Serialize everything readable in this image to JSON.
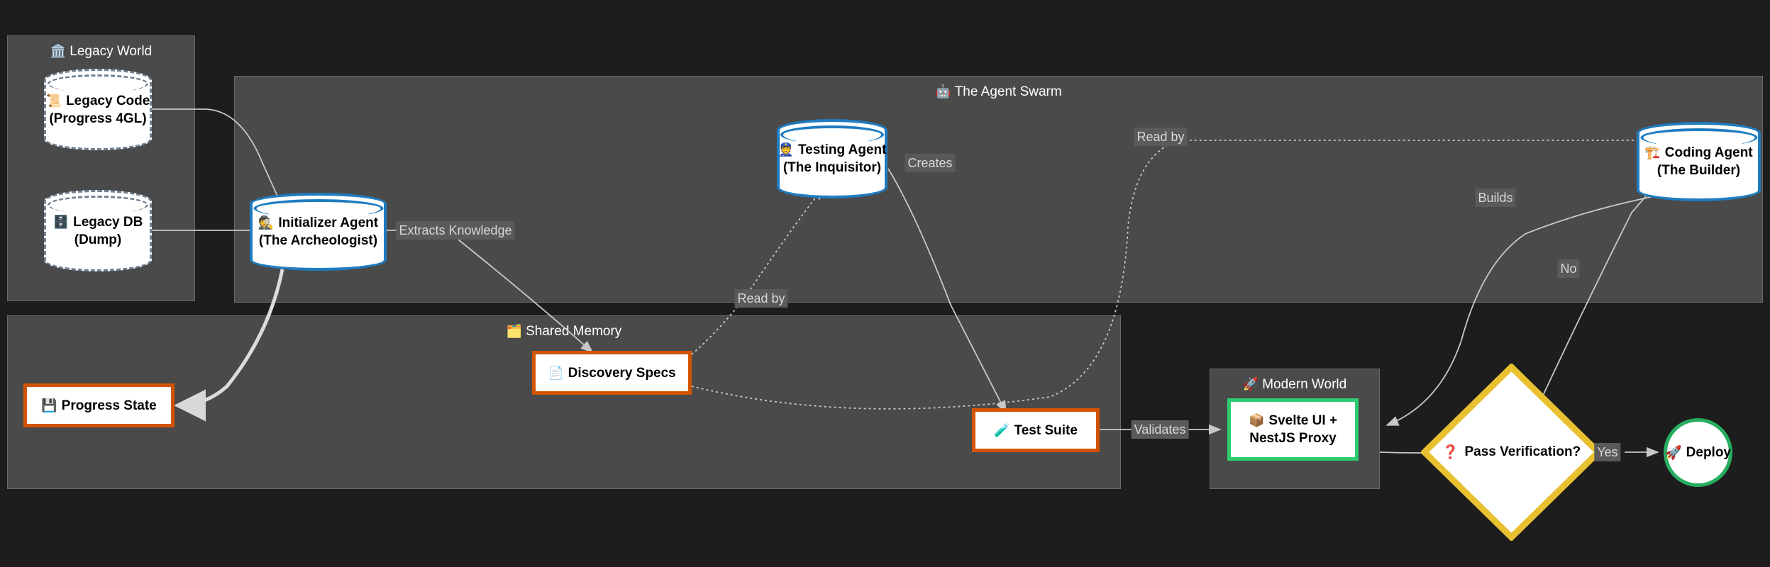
{
  "diagram": {
    "title": "Agent Swarm Legacy Modernization Flowchart",
    "background": "#1d1d1d",
    "colors": {
      "cluster_fill": "#4a4a4a",
      "cluster_stroke": "#6a6a6a",
      "agent_border": "#1f7cc0",
      "legacy_border": "#708090",
      "memory_border": "#d35400",
      "modern_border": "#2ecc71",
      "decision_border": "#e8c030",
      "deploy_border": "#27ae60",
      "edge_stroke": "#d0d0d0",
      "edge_label_bg": "#5a5a5a",
      "edge_label_text": "#d8d8d8"
    }
  },
  "clusters": [
    {
      "id": "legacy_world",
      "emoji": "🏛️",
      "label": "Legacy World"
    },
    {
      "id": "agent_swarm",
      "emoji": "🤖",
      "label": "The Agent Swarm"
    },
    {
      "id": "shared_memory",
      "emoji": "🗂️",
      "label": "Shared Memory"
    },
    {
      "id": "modern_world",
      "emoji": "🚀",
      "label": "Modern World"
    }
  ],
  "nodes": {
    "legacy_code": {
      "emoji": "📜",
      "line1": "Legacy Code",
      "line2": "(Progress 4GL)",
      "shape": "cylinder",
      "style": "dashed-gray"
    },
    "legacy_db": {
      "emoji": "🗄️",
      "line1": "Legacy DB",
      "line2": "(Dump)",
      "shape": "cylinder",
      "style": "dashed-gray"
    },
    "init_agent": {
      "emoji": "🕵️",
      "line1": "Initializer Agent",
      "line2": "(The Archeologist)",
      "shape": "cylinder",
      "style": "solid-blue"
    },
    "testing_agent": {
      "emoji": "👮",
      "line1": "Testing Agent",
      "line2": "(The Inquisitor)",
      "shape": "cylinder",
      "style": "solid-blue"
    },
    "coding_agent": {
      "emoji": "🏗️",
      "line1": "Coding Agent",
      "line2": "(The Builder)",
      "shape": "cylinder",
      "style": "solid-blue"
    },
    "discovery_specs": {
      "emoji": "📄",
      "line1": "Discovery Specs",
      "line2": "",
      "shape": "rect",
      "style": "orange"
    },
    "progress_state": {
      "emoji": "💾",
      "line1": "Progress State",
      "line2": "",
      "shape": "rect",
      "style": "orange"
    },
    "test_suite": {
      "emoji": "🧪",
      "line1": "Test Suite",
      "line2": "",
      "shape": "rect",
      "style": "orange"
    },
    "svelte_nest": {
      "emoji": "📦",
      "line1": "Svelte UI +",
      "line2": "NestJS Proxy",
      "shape": "rect",
      "style": "green"
    },
    "pass_verification": {
      "emoji": "❓",
      "line1": "Pass Verification?",
      "line2": "",
      "shape": "diamond",
      "style": "yellow"
    },
    "deploy": {
      "emoji": "🚀",
      "line1": "Deploy",
      "line2": "",
      "shape": "circle",
      "style": "green"
    }
  },
  "edges": [
    {
      "id": "e1",
      "from": "legacy_code",
      "to": "init_agent",
      "label": "",
      "style": "solid"
    },
    {
      "id": "e2",
      "from": "legacy_db",
      "to": "init_agent",
      "label": "",
      "style": "solid"
    },
    {
      "id": "e3",
      "from": "init_agent",
      "to": "discovery_specs",
      "label": "Extracts Knowledge",
      "style": "solid"
    },
    {
      "id": "e4",
      "from": "discovery_specs",
      "to": "testing_agent",
      "label": "Read by",
      "style": "dotted"
    },
    {
      "id": "e5",
      "from": "discovery_specs",
      "to": "coding_agent",
      "label": "Read by",
      "style": "dotted"
    },
    {
      "id": "e6",
      "from": "testing_agent",
      "to": "test_suite",
      "label": "Creates",
      "style": "solid"
    },
    {
      "id": "e7",
      "from": "test_suite",
      "to": "svelte_nest",
      "label": "Validates",
      "style": "solid"
    },
    {
      "id": "e8",
      "from": "coding_agent",
      "to": "svelte_nest",
      "label": "Builds",
      "style": "solid"
    },
    {
      "id": "e9",
      "from": "svelte_nest",
      "to": "pass_verification",
      "label": "",
      "style": "solid"
    },
    {
      "id": "e10",
      "from": "pass_verification",
      "to": "deploy",
      "label": "Yes",
      "style": "solid"
    },
    {
      "id": "e11",
      "from": "pass_verification",
      "to": "coding_agent",
      "label": "No",
      "style": "solid"
    },
    {
      "id": "e12",
      "from": "init_agent",
      "to": "progress_state",
      "label": "",
      "style": "thick"
    }
  ],
  "edge_labels": {
    "extracts_knowledge": "Extracts Knowledge",
    "read_by_testing": "Read by",
    "read_by_coding": "Read by",
    "creates": "Creates",
    "validates": "Validates",
    "builds": "Builds",
    "yes": "Yes",
    "no": "No"
  }
}
